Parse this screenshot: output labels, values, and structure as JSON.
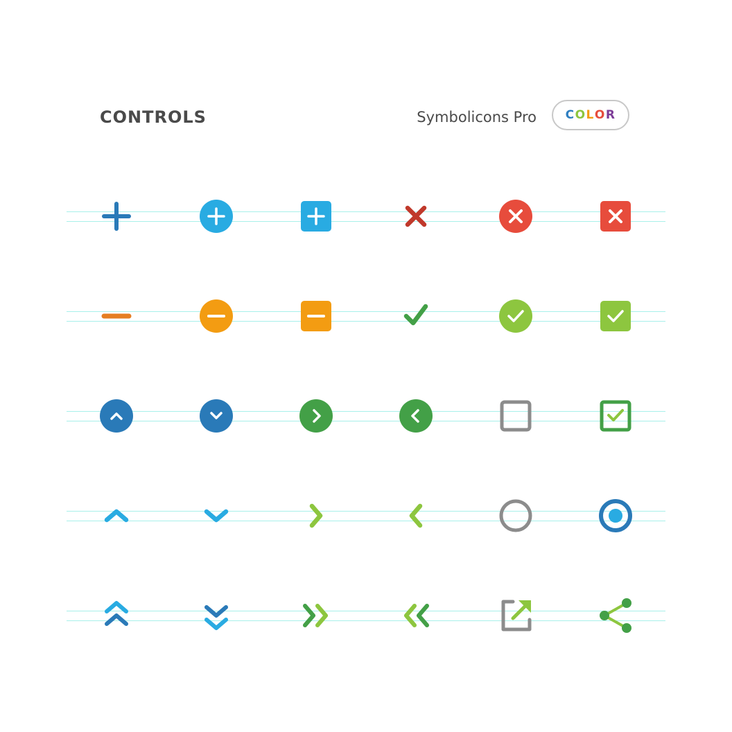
{
  "header": {
    "title": "CONTROLS",
    "brand": "Symbolicons Pro",
    "badge_letters": [
      "C",
      "O",
      "L",
      "O",
      "R"
    ],
    "badge_letter_colors": [
      "#2f7fc1",
      "#8cc63f",
      "#f39c12",
      "#e74c3c",
      "#7d3c98"
    ]
  },
  "colors": {
    "guide": "#a8f0ea",
    "blue_dark": "#2a7ab8",
    "blue_light": "#29abe2",
    "orange": "#f39c12",
    "orange_dark": "#e67e22",
    "red": "#e74c3c",
    "red_dark": "#c0392b",
    "green": "#43a047",
    "green_light": "#8dc63f",
    "gray": "#8c8c8c"
  },
  "icon_rows": [
    [
      "plus-icon",
      "plus-circle-icon",
      "plus-square-icon",
      "close-icon",
      "close-circle-icon",
      "close-square-icon"
    ],
    [
      "minus-icon",
      "minus-circle-icon",
      "minus-square-icon",
      "check-icon",
      "check-circle-icon",
      "check-square-icon"
    ],
    [
      "chevron-up-circle-icon",
      "chevron-down-circle-icon",
      "chevron-right-circle-icon",
      "chevron-left-circle-icon",
      "checkbox-empty-icon",
      "checkbox-checked-icon"
    ],
    [
      "chevron-up-icon",
      "chevron-down-icon",
      "chevron-right-icon",
      "chevron-left-icon",
      "radio-empty-icon",
      "radio-selected-icon"
    ],
    [
      "double-chevron-up-icon",
      "double-chevron-down-icon",
      "double-chevron-right-icon",
      "double-chevron-left-icon",
      "external-link-icon",
      "share-icon"
    ]
  ]
}
